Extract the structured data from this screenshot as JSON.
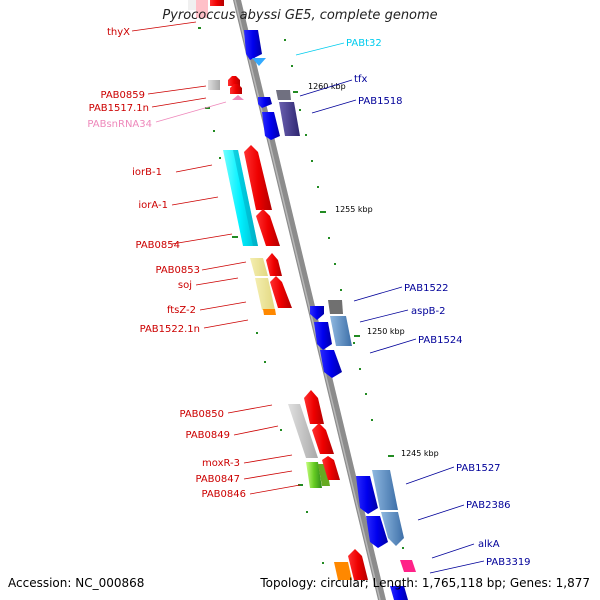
{
  "title": "Pyrococcus abyssi GE5, complete genome",
  "footer": {
    "accession": "Accession: NC_000868",
    "topology": "Topology: circular; Length: 1,765,118 bp; Genes: 1,877"
  },
  "colors": {
    "backbone": "#8c8c8c",
    "reverse_label": "#cc0000",
    "forward_label": "#000099",
    "tick": "#228b22"
  },
  "kbp_marks": [
    "1260 kbp",
    "1255 kbp",
    "1250 kbp",
    "1245 kbp"
  ],
  "left_labels": [
    {
      "text": "thyX",
      "color": "#cc0000"
    },
    {
      "text": "PAB0859",
      "color": "#cc0000"
    },
    {
      "text": "PAB1517.1n",
      "color": "#cc0000"
    },
    {
      "text": "PABsnRNA34",
      "color": "#ee88bb"
    },
    {
      "text": "iorB-1",
      "color": "#cc0000"
    },
    {
      "text": "iorA-1",
      "color": "#cc0000"
    },
    {
      "text": "PAB0854",
      "color": "#cc0000"
    },
    {
      "text": "PAB0853",
      "color": "#cc0000"
    },
    {
      "text": "soj",
      "color": "#cc0000"
    },
    {
      "text": "ftsZ-2",
      "color": "#cc0000"
    },
    {
      "text": "PAB1522.1n",
      "color": "#cc0000"
    },
    {
      "text": "PAB0850",
      "color": "#cc0000"
    },
    {
      "text": "PAB0849",
      "color": "#cc0000"
    },
    {
      "text": "moxR-3",
      "color": "#cc0000"
    },
    {
      "text": "PAB0847",
      "color": "#cc0000"
    },
    {
      "text": "PAB0846",
      "color": "#cc0000"
    }
  ],
  "right_labels": [
    {
      "text": "PABt32",
      "color": "#00ccee"
    },
    {
      "text": "tfx",
      "color": "#000099"
    },
    {
      "text": "PAB1518",
      "color": "#000099"
    },
    {
      "text": "PAB1522",
      "color": "#000099"
    },
    {
      "text": "aspB-2",
      "color": "#000099"
    },
    {
      "text": "PAB1524",
      "color": "#000099"
    },
    {
      "text": "PAB1527",
      "color": "#000099"
    },
    {
      "text": "PAB2386",
      "color": "#000099"
    },
    {
      "text": "alkA",
      "color": "#000099"
    },
    {
      "text": "PAB3319",
      "color": "#000099"
    }
  ]
}
